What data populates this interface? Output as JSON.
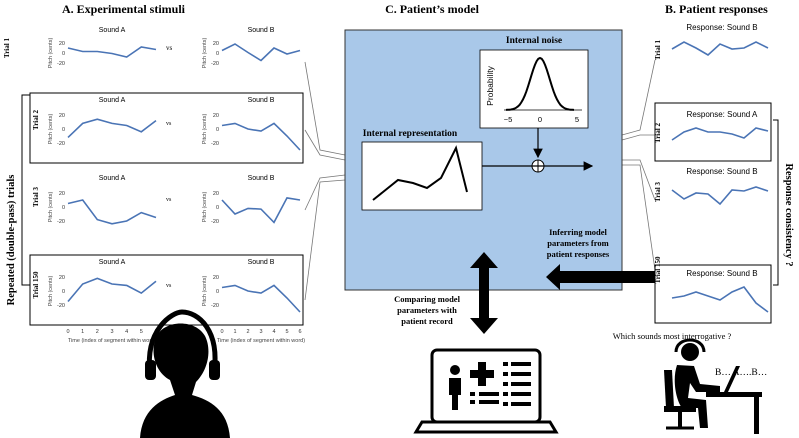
{
  "sections": {
    "stimuli": "A.   Experimental stimuli",
    "model": "C. Patient’s model",
    "responses": "B. Patient responses"
  },
  "side_labels": {
    "repeated": "Repeated (double-pass)  trials",
    "consistency": "Response consistency ?"
  },
  "trials": [
    "Trial 1",
    "Trial 2",
    "Trial 3",
    "Trial 150"
  ],
  "sound_a": "Sound A",
  "sound_b": "Sound B",
  "vs": "vs",
  "pitch_axis": "Pitch (cents)",
  "time_axis": "Time (index of segment within word)",
  "y_ticks": [
    "20",
    "0",
    "-20"
  ],
  "x_ticks": [
    "0",
    "1",
    "2",
    "3",
    "4",
    "5",
    "6"
  ],
  "model": {
    "internal_noise": "Internal noise",
    "probability": "Probability",
    "noise_ticks": [
      "−5",
      "0",
      "5"
    ],
    "internal_representation": "Internal representation",
    "inferring": [
      "Inferring model",
      "parameters from",
      "patient responses"
    ],
    "comparing": [
      "Comparing model",
      "parameters with",
      "patient record"
    ]
  },
  "responses": [
    "Response: Sound B",
    "Response: Sound A",
    "Response: Sound B",
    "Response: Sound B"
  ],
  "question": "Which sounds most interrogative ?",
  "speech": "B… A….B…",
  "colors": {
    "line": "#4a74b5",
    "model_bg": "#a9c8e9",
    "ink": "#000000"
  },
  "icons": [
    "listener-headphones-icon",
    "laptop-medical-record-icon",
    "patient-at-computer-icon"
  ],
  "contours": {
    "t1a": [
      10,
      3,
      3,
      -1,
      -8,
      12,
      7
    ],
    "t1b": [
      5,
      18,
      1,
      -15,
      10,
      -2,
      5
    ],
    "t2a": [
      -12,
      8,
      14,
      8,
      5,
      -4,
      12
    ],
    "t2b": [
      5,
      8,
      0,
      -3,
      8,
      -10,
      -30
    ],
    "t3a": [
      5,
      10,
      -18,
      -24,
      -20,
      -8,
      -15
    ],
    "t3b": [
      10,
      -10,
      -2,
      -3,
      -22,
      13,
      10
    ],
    "t150a": [
      -15,
      10,
      18,
      10,
      8,
      -3,
      14
    ],
    "t150b": [
      5,
      8,
      0,
      -3,
      8,
      -10,
      -30
    ],
    "rep": [
      8,
      10,
      6,
      2,
      16,
      -8,
      -12,
      8,
      0
    ],
    "r1": [
      8,
      22,
      10,
      -4,
      18,
      8,
      10,
      22,
      10
    ],
    "r2": [
      -6,
      10,
      18,
      10,
      10,
      6,
      -2,
      18,
      12
    ],
    "r3": [
      10,
      -8,
      4,
      2,
      -18,
      10,
      8,
      16,
      8
    ],
    "r4": [
      -2,
      2,
      10,
      2,
      -6,
      10,
      20,
      -12,
      -30
    ]
  }
}
